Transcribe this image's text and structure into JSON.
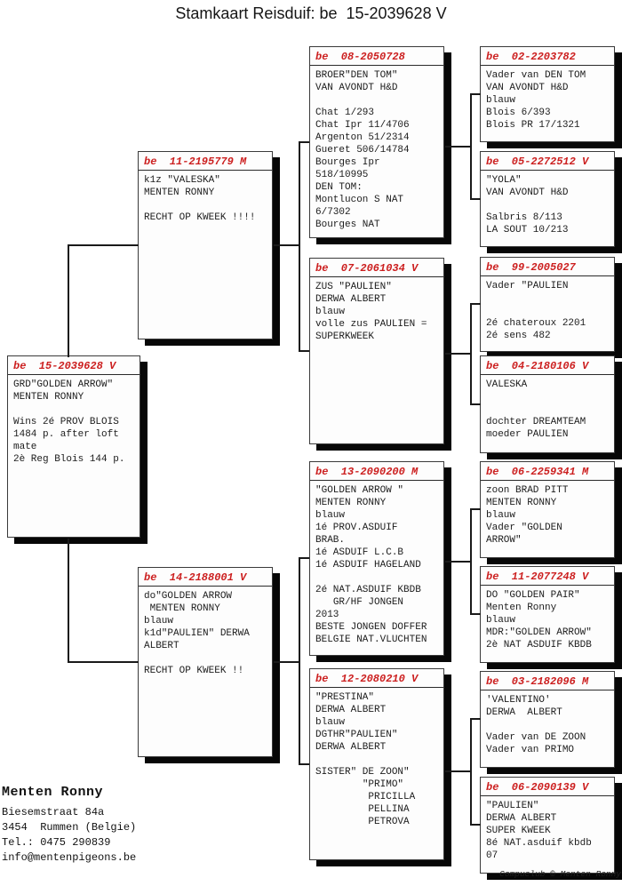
{
  "title": "Stamkaart Reisduif: be  15-2039628 V",
  "colors": {
    "ring_red": "#cc1f1f",
    "connector_line": "#1a1a1a",
    "box_shadow": "#070707"
  },
  "boxes": {
    "g1a": {
      "ring": "be  15-2039628 V",
      "body": "GRD\"GOLDEN ARROW\"\nMENTEN RONNY\n\nWins 2é PROV BLOIS\n1484 p. after loft\nmate\n2è Reg Blois 144 p."
    },
    "g2a": {
      "ring": "be  11-2195779 M",
      "body": "k1z \"VALESKA\"\nMENTEN RONNY\n\nRECHT OP KWEEK !!!!"
    },
    "g2b": {
      "ring": "be  14-2188001 V",
      "body": "do\"GOLDEN ARROW\n MENTEN RONNY\nblauw\nk1d\"PAULIEN\" DERWA\nALBERT\n\nRECHT OP KWEEK !!"
    },
    "g3a": {
      "ring": "be  08-2050728",
      "body": "BROER\"DEN TOM\"\nVAN AVONDT H&D\n\nChat 1/293\nChat Ipr 11/4706\nArgenton 51/2314\nGueret 506/14784\nBourges Ipr\n518/10995\nDEN TOM:\nMontlucon S NAT\n6/7302\nBourges NAT"
    },
    "g3b": {
      "ring": "be  07-2061034 V",
      "body": "ZUS \"PAULIEN\"\nDERWA ALBERT\nblauw\nvolle zus PAULIEN =\nSUPERKWEEK"
    },
    "g3c": {
      "ring": "be  13-2090200 M",
      "body": "\"GOLDEN ARROW \"\nMENTEN RONNY\nblauw\n1é PROV.ASDUIF\nBRAB.\n1é ASDUIF L.C.B\n1é ASDUIF HAGELAND\n\n2é NAT.ASDUIF KBDB\n   GR/HF JONGEN\n2013\nBESTE JONGEN DOFFER\nBELGIE NAT.VLUCHTEN"
    },
    "g3d": {
      "ring": "be  12-2080210 V",
      "body": "\"PRESTINA\"\nDERWA ALBERT\nblauw\nDGTHR\"PAULIEN\"\nDERWA ALBERT\n\nSISTER\" DE ZOON\"\n        \"PRIMO\"\n         PRICILLA\n         PELLINA\n         PETROVA"
    },
    "g4a": {
      "ring": "be  02-2203782",
      "body": "Vader van DEN TOM\nVAN AVONDT H&D\nblauw\nBlois 6/393\nBlois PR 17/1321"
    },
    "g4b": {
      "ring": "be  05-2272512 V",
      "body": "\"YOLA\"\nVAN AVONDT H&D\n\nSalbris 8/113\nLA SOUT 10/213"
    },
    "g4c": {
      "ring": "be  99-2005027",
      "body": "Vader \"PAULIEN\n\n\n2é chateroux 2201\n2é sens 482"
    },
    "g4d": {
      "ring": "be  04-2180106 V",
      "body": "VALESKA\n\n\ndochter DREAMTEAM\nmoeder PAULIEN"
    },
    "g4e": {
      "ring": "be  06-2259341 M",
      "body": "zoon BRAD PITT\nMENTEN RONNY\nblauw\nVader \"GOLDEN\nARROW\""
    },
    "g4f": {
      "ring": "be  11-2077248 V",
      "body": "DO \"GOLDEN PAIR\"\nMenten Ronny\nblauw\nMDR:\"GOLDEN ARROW\"\n2è NAT ASDUIF KBDB"
    },
    "g4g": {
      "ring": "be  03-2182096 M",
      "body": "'VALENTINO'\nDERWA  ALBERT\n\nVader van DE ZOON\nVader van PRIMO"
    },
    "g4h": {
      "ring": "be  06-2090139 V",
      "body": "\"PAULIEN\"\nDERWA ALBERT\nSUPER KWEEK\n8é NAT.asduif kbdb\n07"
    }
  },
  "owner": {
    "name": "Menten Ronny",
    "lines": [
      "Biesemstraat 84a",
      "3454  Rummen (Belgie)",
      "Tel.: 0475 290839",
      "info@mentenpigeons.be"
    ]
  },
  "credit": "Compuclub © Menten Ronny"
}
